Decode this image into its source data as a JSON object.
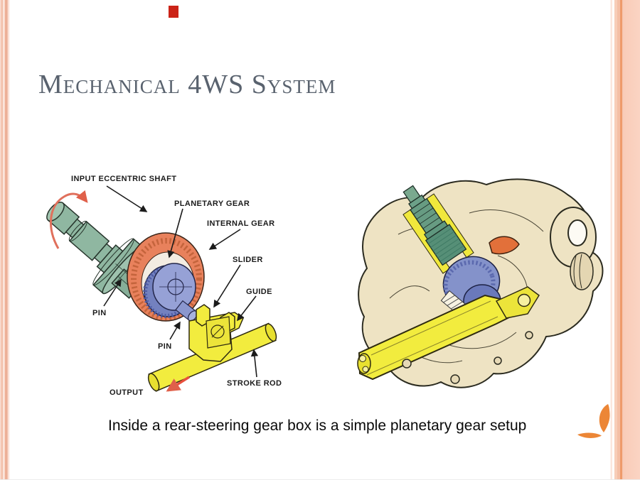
{
  "slide": {
    "title": "Mechanical 4WS System",
    "caption": "Inside a rear-steering gear box is a simple planetary gear setup"
  },
  "left_diagram": {
    "description": "exploded view of planetary gear steering mechanism",
    "labels": {
      "input_eccentric_shaft": "INPUT ECCENTRIC SHAFT",
      "planetary_gear": "PLANETARY GEAR",
      "internal_gear": "INTERNAL GEAR",
      "slider": "SLIDER",
      "guide": "GUIDE",
      "pin_upper": "PIN",
      "pin_lower": "PIN",
      "output": "OUTPUT",
      "stroke_rod": "STROKE ROD"
    }
  },
  "right_illustration": {
    "description": "cutaway of rear-steering gear box"
  },
  "theme": {
    "title_color": "#59626e",
    "accent_orange": "#ec8636",
    "border_salmon": "#f3c2ad",
    "marker_red": "#cb2317",
    "diagram_colors": {
      "shaft_green": "#8fb7a1",
      "internal_gear_orange": "#e8815c",
      "planetary_gear_blue": "#96a1d6",
      "slider_yellow": "#f2ec3e",
      "arrow_red": "#e0604a",
      "housing_beige": "#eee3c3"
    }
  }
}
